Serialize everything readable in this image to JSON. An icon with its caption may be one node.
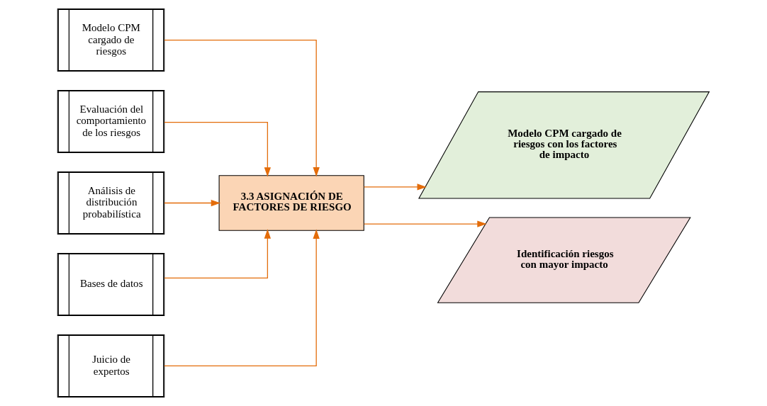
{
  "diagram": {
    "nodes": [
      {
        "text": [
          "Modelo CPM cargado de riesgos"
        ]
      },
      {
        "text": [
          "Evaluación del comportamiento de los riesgos"
        ]
      },
      {
        "text": [
          "Análisis de distribución probabilística"
        ]
      },
      {
        "text": [
          "Bases de datos"
        ]
      },
      {
        "text": [
          "Juicio de expertos"
        ]
      },
      {
        "text": [
          "3.3 ASIGNACIÓN DE FACTORES DE RIESGO"
        ]
      },
      {
        "text": [
          "Modelo CPM cargado de riesgos con los factores de impacto"
        ]
      },
      {
        "text": [
          "Identificación riesgos con mayor impacto"
        ]
      }
    ],
    "edges": [
      {
        "from": 0,
        "to": 5,
        "arrow": "to"
      },
      {
        "from": 1,
        "to": 5,
        "arrow": "to"
      },
      {
        "from": 2,
        "to": 5,
        "arrow": "to"
      },
      {
        "from": 3,
        "to": 5,
        "arrow": "to"
      },
      {
        "from": 4,
        "to": 5,
        "arrow": "to"
      },
      {
        "from": 5,
        "to": 6,
        "arrow": "to"
      },
      {
        "from": 5,
        "to": 7,
        "arrow": "to"
      }
    ]
  }
}
